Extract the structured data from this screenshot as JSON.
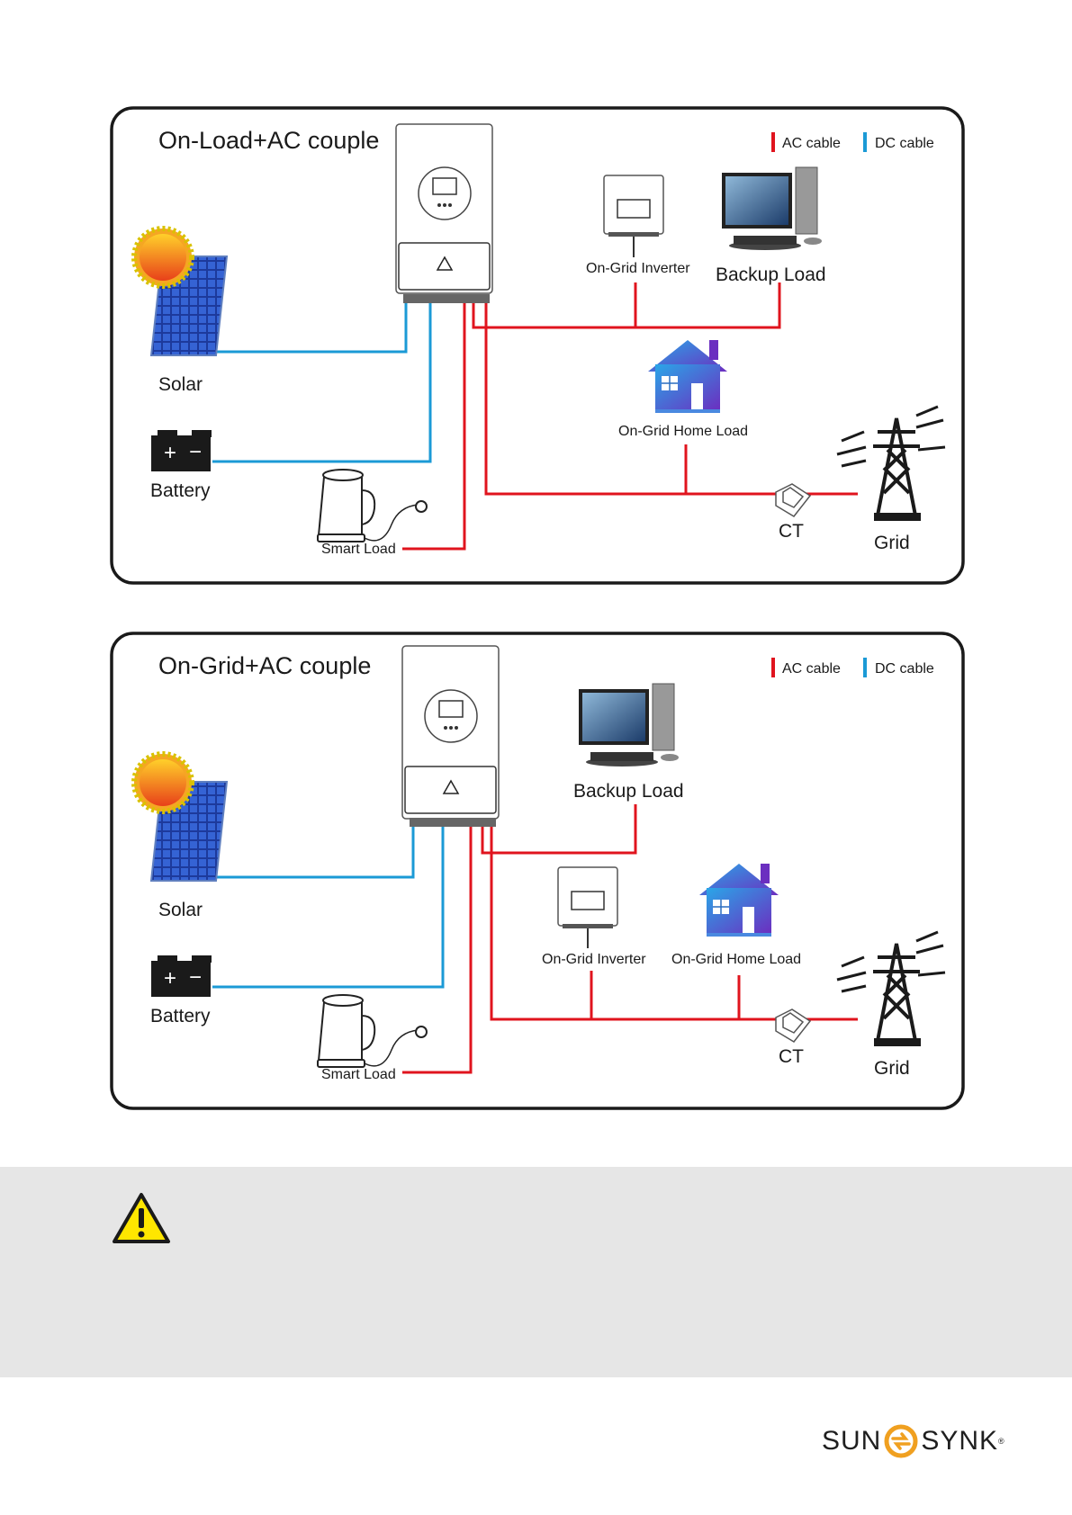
{
  "diagrams": [
    {
      "title": "On-Load+AC couple",
      "legend": {
        "ac": "AC cable",
        "dc": "DC cable"
      },
      "labels": {
        "solar": "Solar",
        "battery": "Battery",
        "smart_load": "Smart Load",
        "ongrid_inverter": "On-Grid Inverter",
        "backup_load": "Backup Load",
        "home_load": "On-Grid Home Load",
        "ct": "CT",
        "grid": "Grid"
      }
    },
    {
      "title": "On-Grid+AC couple",
      "legend": {
        "ac": "AC cable",
        "dc": "DC cable"
      },
      "labels": {
        "solar": "Solar",
        "battery": "Battery",
        "smart_load": "Smart Load",
        "ongrid_inverter": "On-Grid Inverter",
        "backup_load": "Backup Load",
        "home_load": "On-Grid Home Load",
        "ct": "CT",
        "grid": "Grid"
      }
    }
  ],
  "colors": {
    "ac": "#e0141e",
    "dc": "#1b9ad6",
    "frame": "#1a1a1a",
    "band": "#e6e6e6"
  },
  "warning": {
    "icon": "warning-icon"
  },
  "brand": {
    "left": "SUN",
    "right": "SYNK",
    "mark": "®"
  }
}
